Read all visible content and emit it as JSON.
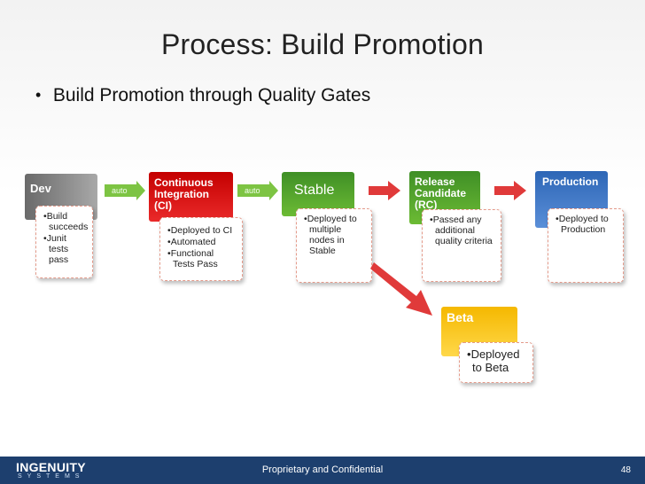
{
  "slide": {
    "title": "Process: Build Promotion",
    "bullet": "Build Promotion through Quality Gates"
  },
  "stages": {
    "dev": {
      "label": "Dev",
      "items": [
        "Build succeeds",
        "Junit tests pass"
      ]
    },
    "ci": {
      "label": "Continuous Integration (CI)",
      "items": [
        "Deployed to CI",
        "Automated",
        "Functional Tests Pass"
      ]
    },
    "stable": {
      "label": "Stable",
      "items": [
        "Deployed to multiple nodes in Stable"
      ]
    },
    "rc": {
      "label": "Release Candidate (RC)",
      "items": [
        "Passed any additional quality criteria"
      ]
    },
    "production": {
      "label": "Production",
      "items": [
        "Deployed to Production"
      ]
    },
    "beta": {
      "label": "Beta",
      "items": [
        "Deployed to Beta"
      ]
    }
  },
  "connectors": {
    "auto1": "auto",
    "auto2": "auto"
  },
  "footer": {
    "logo": "INGENUITY",
    "logo_sub": "SYSTEMS",
    "confidential": "Proprietary and Confidential",
    "page_number": "48"
  },
  "colors": {
    "dev": "#8c8c8c",
    "ci": "#d40000",
    "stable": "#5aa52d",
    "rc": "#5aa52d",
    "production": "#3d74c6",
    "beta": "#f7c21c",
    "arrow_red": "#e03a3a",
    "auto_green": "#7dc443",
    "footer": "#1d3f6e"
  }
}
